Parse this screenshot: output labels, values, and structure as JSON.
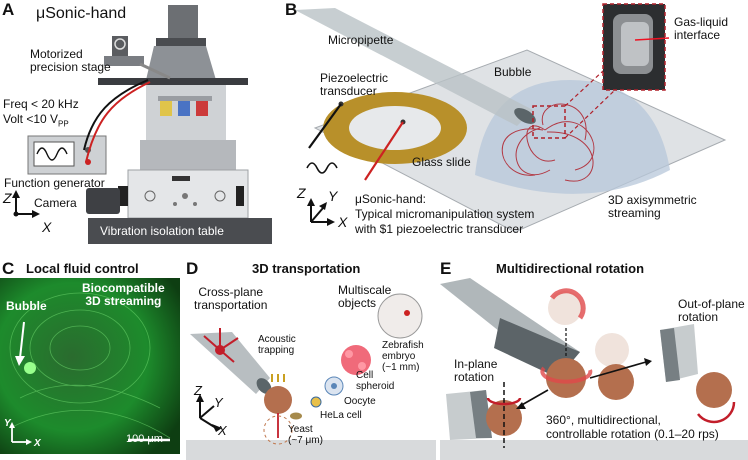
{
  "panels": {
    "A": {
      "letter": "A",
      "title": "μSonic-hand",
      "stage_label": "Motorized\nprecision stage",
      "freq": "Freq < 20 kHz",
      "volt": "Volt <10 V",
      "volt_sub": "PP",
      "function_generator": "Function generator",
      "camera": "Camera",
      "table": "Vibration isolation table",
      "axis_z": "Z",
      "axis_x": "X"
    },
    "B": {
      "letter": "B",
      "micropipette": "Micropipette",
      "gas_liquid": "Gas-liquid\ninterface",
      "bubble": "Bubble",
      "piezo": "Piezoelectric\ntransducer",
      "glass_slide": "Glass slide",
      "streaming": "3D axisymmetric\nstreaming",
      "caption_line1": "μSonic-hand:",
      "caption_line2": "Typical micromanipulation system",
      "caption_line3": "with $1 piezoelectric transducer",
      "axis_z": "Z",
      "axis_y": "Y",
      "axis_x": "X"
    },
    "C": {
      "letter": "C",
      "title": "Local fluid control",
      "bubble": "Bubble",
      "biocompat": "Biocompatible\n3D streaming",
      "scalebar": "100 μm",
      "axis_y": "Y",
      "axis_x": "X"
    },
    "D": {
      "letter": "D",
      "title": "3D transportation",
      "cross_plane": "Cross-plane\ntransportation",
      "multiscale": "Multiscale\nobjects",
      "acoustic": "Acoustic\ntrapping",
      "zebrafish": "Zebrafish\nembryo\n(~1 mm)",
      "cell_spheroid": "Cell\nspheroid",
      "oocyte": "Oocyte",
      "hela": "HeLa cell",
      "yeast": "Yeast\n(~7 μm)",
      "axis_z": "Z",
      "axis_y": "Y",
      "axis_x": "X"
    },
    "E": {
      "letter": "E",
      "title": "Multidirectional rotation",
      "out_of_plane": "Out-of-plane\nrotation",
      "in_plane": "In-plane\nrotation",
      "rotation_line1": "360°, multidirectional,",
      "rotation_line2": "controllable rotation (0.1–20 rps)"
    }
  },
  "colors": {
    "gold": "#b8902a",
    "red": "#b0202a",
    "glass": "#d4d8dc",
    "bubble_blue": "#b7c7da",
    "sphere_brown": "#b46f4e",
    "green": "#39b64a"
  }
}
